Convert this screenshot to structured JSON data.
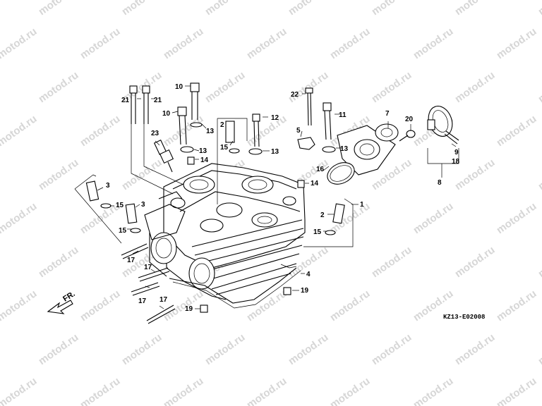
{
  "watermark": {
    "text": "motod.ru"
  },
  "diagram": {
    "drawing_code": "KZ13-E02008",
    "front_marker": "FR.",
    "callouts": [
      {
        "id": 1,
        "label": "1"
      },
      {
        "id": 2,
        "label": "2"
      },
      {
        "id": 3,
        "label": "3"
      },
      {
        "id": 4,
        "label": "4"
      },
      {
        "id": 5,
        "label": "5"
      },
      {
        "id": 7,
        "label": "7"
      },
      {
        "id": 8,
        "label": "8"
      },
      {
        "id": 9,
        "label": "9"
      },
      {
        "id": 10,
        "label": "10"
      },
      {
        "id": 11,
        "label": "11"
      },
      {
        "id": 12,
        "label": "12"
      },
      {
        "id": 13,
        "label": "13"
      },
      {
        "id": 14,
        "label": "14"
      },
      {
        "id": 15,
        "label": "15"
      },
      {
        "id": 16,
        "label": "16"
      },
      {
        "id": 17,
        "label": "17"
      },
      {
        "id": 18,
        "label": "18"
      },
      {
        "id": 19,
        "label": "19"
      },
      {
        "id": 20,
        "label": "20"
      },
      {
        "id": 21,
        "label": "21"
      },
      {
        "id": 22,
        "label": "22"
      },
      {
        "id": 23,
        "label": "23"
      }
    ]
  },
  "colors": {
    "line": "#000000",
    "background": "#ffffff",
    "watermark": "#c9c9c9"
  }
}
